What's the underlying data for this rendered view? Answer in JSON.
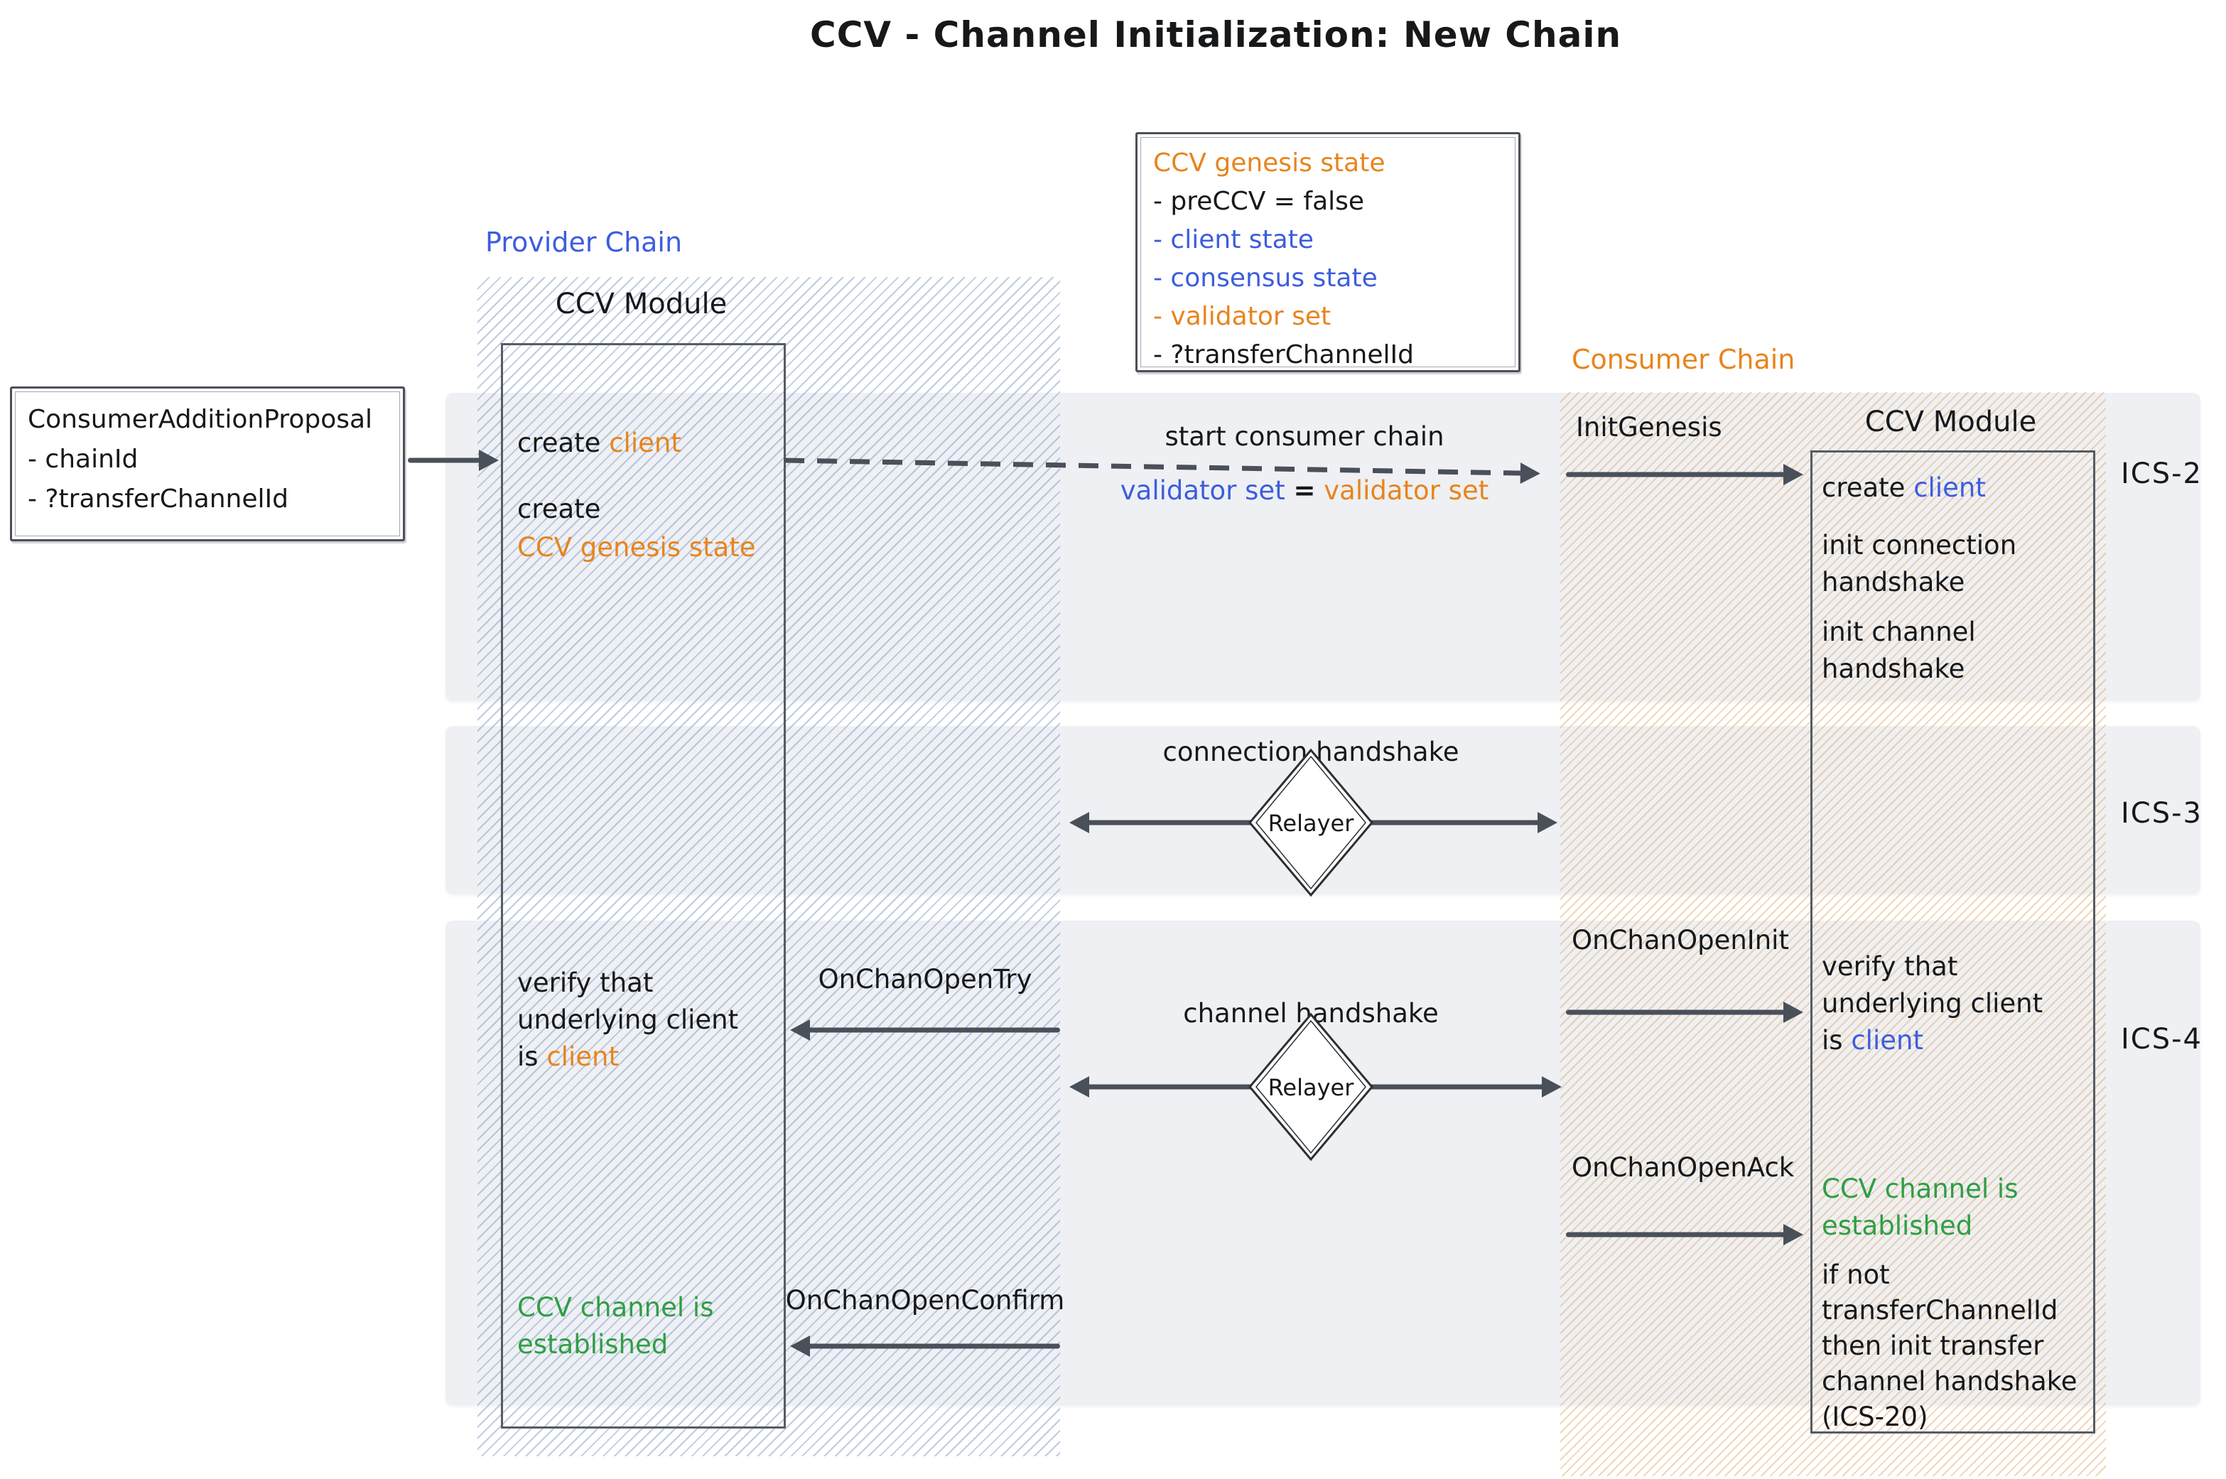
{
  "title": "CCV - Channel Initialization: New Chain",
  "lanes": [
    {
      "label": "ICS-2"
    },
    {
      "label": "ICS-3"
    },
    {
      "label": "ICS-4"
    }
  ],
  "proposal_box": {
    "title": "ConsumerAdditionProposal",
    "items": [
      "- chainId",
      "- ?transferChannelId"
    ]
  },
  "genesis_box": {
    "title": "CCV genesis state",
    "items": [
      {
        "text": "- preCCV = false",
        "color": "black"
      },
      {
        "text": "- client state",
        "color": "blue"
      },
      {
        "text": "- consensus state",
        "color": "blue"
      },
      {
        "text": "- validator set",
        "color": "orange"
      },
      {
        "text": "- ?transferChannelId",
        "color": "black"
      }
    ]
  },
  "provider": {
    "chain_label": "Provider Chain",
    "module_label": "CCV Module",
    "create_client": {
      "prefix": "create ",
      "client": "client"
    },
    "create_genesis": {
      "line1": "create",
      "line2": "CCV genesis state"
    },
    "verify": {
      "line1": "verify that",
      "line2": "underlying client",
      "line3_prefix": "is ",
      "client": "client"
    },
    "established": {
      "line1": "CCV channel is",
      "line2": "established"
    }
  },
  "consumer": {
    "chain_label": "Consumer Chain",
    "module_label": "CCV Module",
    "init_genesis_label": "InitGenesis",
    "create_client": {
      "prefix": "create ",
      "client": "client"
    },
    "init_connection": [
      "init connection",
      "handshake"
    ],
    "init_channel": [
      "init channel",
      "handshake"
    ],
    "on_chan_open_init_label": "OnChanOpenInit",
    "verify": {
      "line1": "verify that",
      "line2": "underlying client",
      "line3_prefix": "is ",
      "client": "client"
    },
    "on_chan_open_ack_label": "OnChanOpenAck",
    "established": {
      "line1": "CCV channel is",
      "line2": "established"
    },
    "transfer_note": [
      "if not",
      "transferChannelId",
      "then init transfer",
      "channel handshake",
      "(ICS-20)"
    ]
  },
  "messages": {
    "start_consumer_chain": "start consumer chain",
    "validator_set_left": "validator set",
    "equals": "=",
    "validator_set_right": "validator set",
    "on_chan_open_try": "OnChanOpenTry",
    "on_chan_open_confirm": "OnChanOpenConfirm",
    "connection_handshake": "connection handshake",
    "channel_handshake": "channel handshake",
    "relayer": "Relayer"
  },
  "colors": {
    "orange": "#e8841d",
    "blue": "#3d5dde",
    "green": "#2f9e44",
    "arrow_gray": "#4a5059",
    "band_gray": "#eef0f3"
  }
}
